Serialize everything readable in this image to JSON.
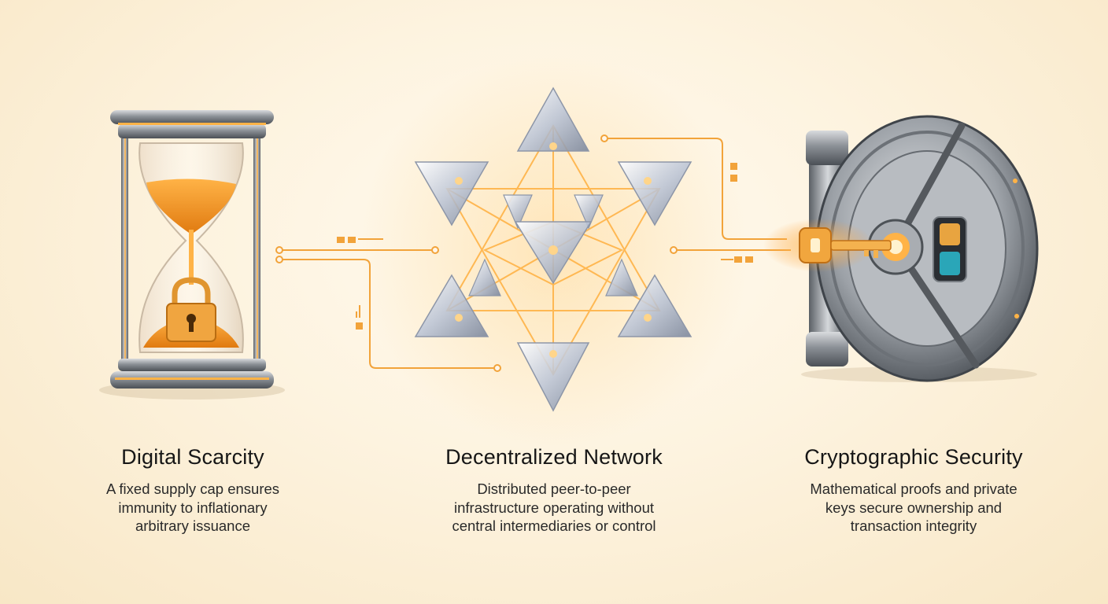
{
  "features": [
    {
      "title": "Digital Scarcity",
      "description": [
        "A fixed supply cap ensures",
        "immunity to inflationary",
        "arbitrary issuance"
      ],
      "icon": "hourglass-lock-icon"
    },
    {
      "title": "Decentralized Network",
      "description": [
        "Distributed peer-to-peer",
        "infrastructure operating without",
        "central intermediaries or control"
      ],
      "icon": "crystal-network-icon"
    },
    {
      "title": "Cryptographic Security",
      "description": [
        "Mathematical proofs and private",
        "keys secure ownership and",
        "transaction integrity"
      ],
      "icon": "vault-key-icon"
    }
  ],
  "colors": {
    "accent": "#f2a33a",
    "glow": "#ffb347",
    "metal": "#8a8f96",
    "background": "#fdf3df"
  }
}
